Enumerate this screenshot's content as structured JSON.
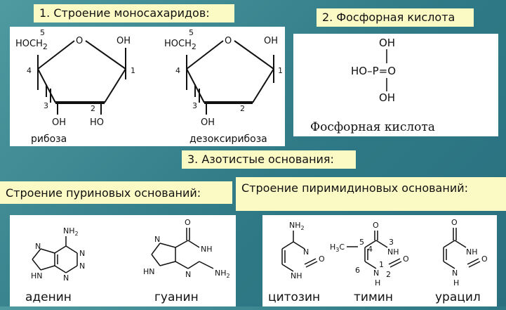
{
  "headings": {
    "mono": "1. Строение моносахаридов:",
    "phos": "2. Фосфорная кислота",
    "nitro": "3. Азотистые основания:",
    "purine": "Строение пуриновых оснований:",
    "pyrimidine": "Строение пиримидиновых оснований:"
  },
  "ribose": {
    "c5": "5",
    "hoch2": "HOCH",
    "sub2": "2",
    "o": "O",
    "oh_top": "OH",
    "c1": "1",
    "c4": "4",
    "c3": "3",
    "c2": "2",
    "oh3": "OH",
    "ho2": "HO",
    "caption": "рибоза"
  },
  "deoxyribose": {
    "c5": "5",
    "hoch2": "HOCH",
    "sub2": "2",
    "o": "O",
    "oh_top": "OH",
    "c1": "1",
    "c4": "4",
    "c3": "3",
    "c2": "2",
    "oh3": "OH",
    "caption": "дезоксирибоза"
  },
  "phosphoric": {
    "oh_top": "OH",
    "ho_p_o": "HO–P=O",
    "oh_bottom": "OH",
    "caption": "Фосфорная кислота"
  },
  "adenine": {
    "nh2": "NH",
    "sub2": "2",
    "n1": "N",
    "n2": "N",
    "n3": "N",
    "n4": "N",
    "hn": "HN",
    "caption": "аденин"
  },
  "guanine": {
    "o": "O",
    "n1": "N",
    "nh": "NH",
    "n3": "N",
    "hn": "HN",
    "nh2": "NH",
    "sub2": "2",
    "caption": "гуанин"
  },
  "cytosine": {
    "nh2": "NH",
    "sub2": "2",
    "n": "N",
    "nh": "NH",
    "o": "O",
    "caption": "цитозин"
  },
  "thymine": {
    "h3c": "H",
    "sub3": "3",
    "c": "C",
    "o_top": "O",
    "nh": "NH",
    "n1": "N",
    "h1": "H",
    "o_bot": "O",
    "d5": "5",
    "d4": "4",
    "d3": "3",
    "d6": "6",
    "d1": "1",
    "d2": "2",
    "caption": "тимин"
  },
  "uracil": {
    "o_top": "O",
    "nh": "NH",
    "n": "N",
    "h": "H",
    "o_bot": "O",
    "caption": "урацил"
  }
}
